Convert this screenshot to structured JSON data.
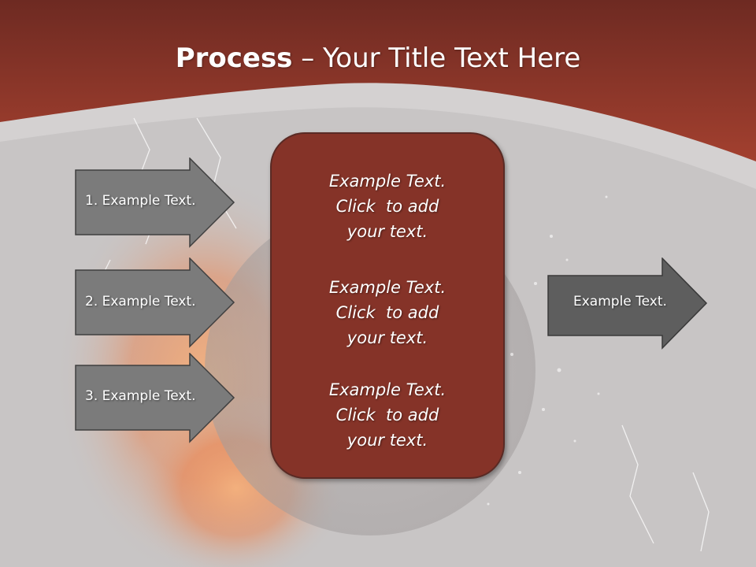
{
  "slide": {
    "title_bold": "Process",
    "title_rest": " – Your Title Text Here",
    "left_arrows": [
      {
        "label": "1. Example Text."
      },
      {
        "label": "2. Example Text."
      },
      {
        "label": "3. Example Text."
      }
    ],
    "center_box": {
      "paragraphs": [
        {
          "line1": "Example Text.",
          "line2": "Click  to add",
          "line3": "your text."
        },
        {
          "line1": "Example Text.",
          "line2": "Click  to add",
          "line3": "your text."
        },
        {
          "line1": "Example Text.",
          "line2": "Click  to add",
          "line3": "your text."
        }
      ]
    },
    "right_arrow": {
      "label": "Example Text."
    }
  },
  "colors": {
    "header_red": "#9e3b2f",
    "box_fill": "#853328",
    "left_arrow_fill": "#7b7b7b",
    "right_arrow_fill": "#5e5e5e",
    "background": "#c8c5c5"
  }
}
